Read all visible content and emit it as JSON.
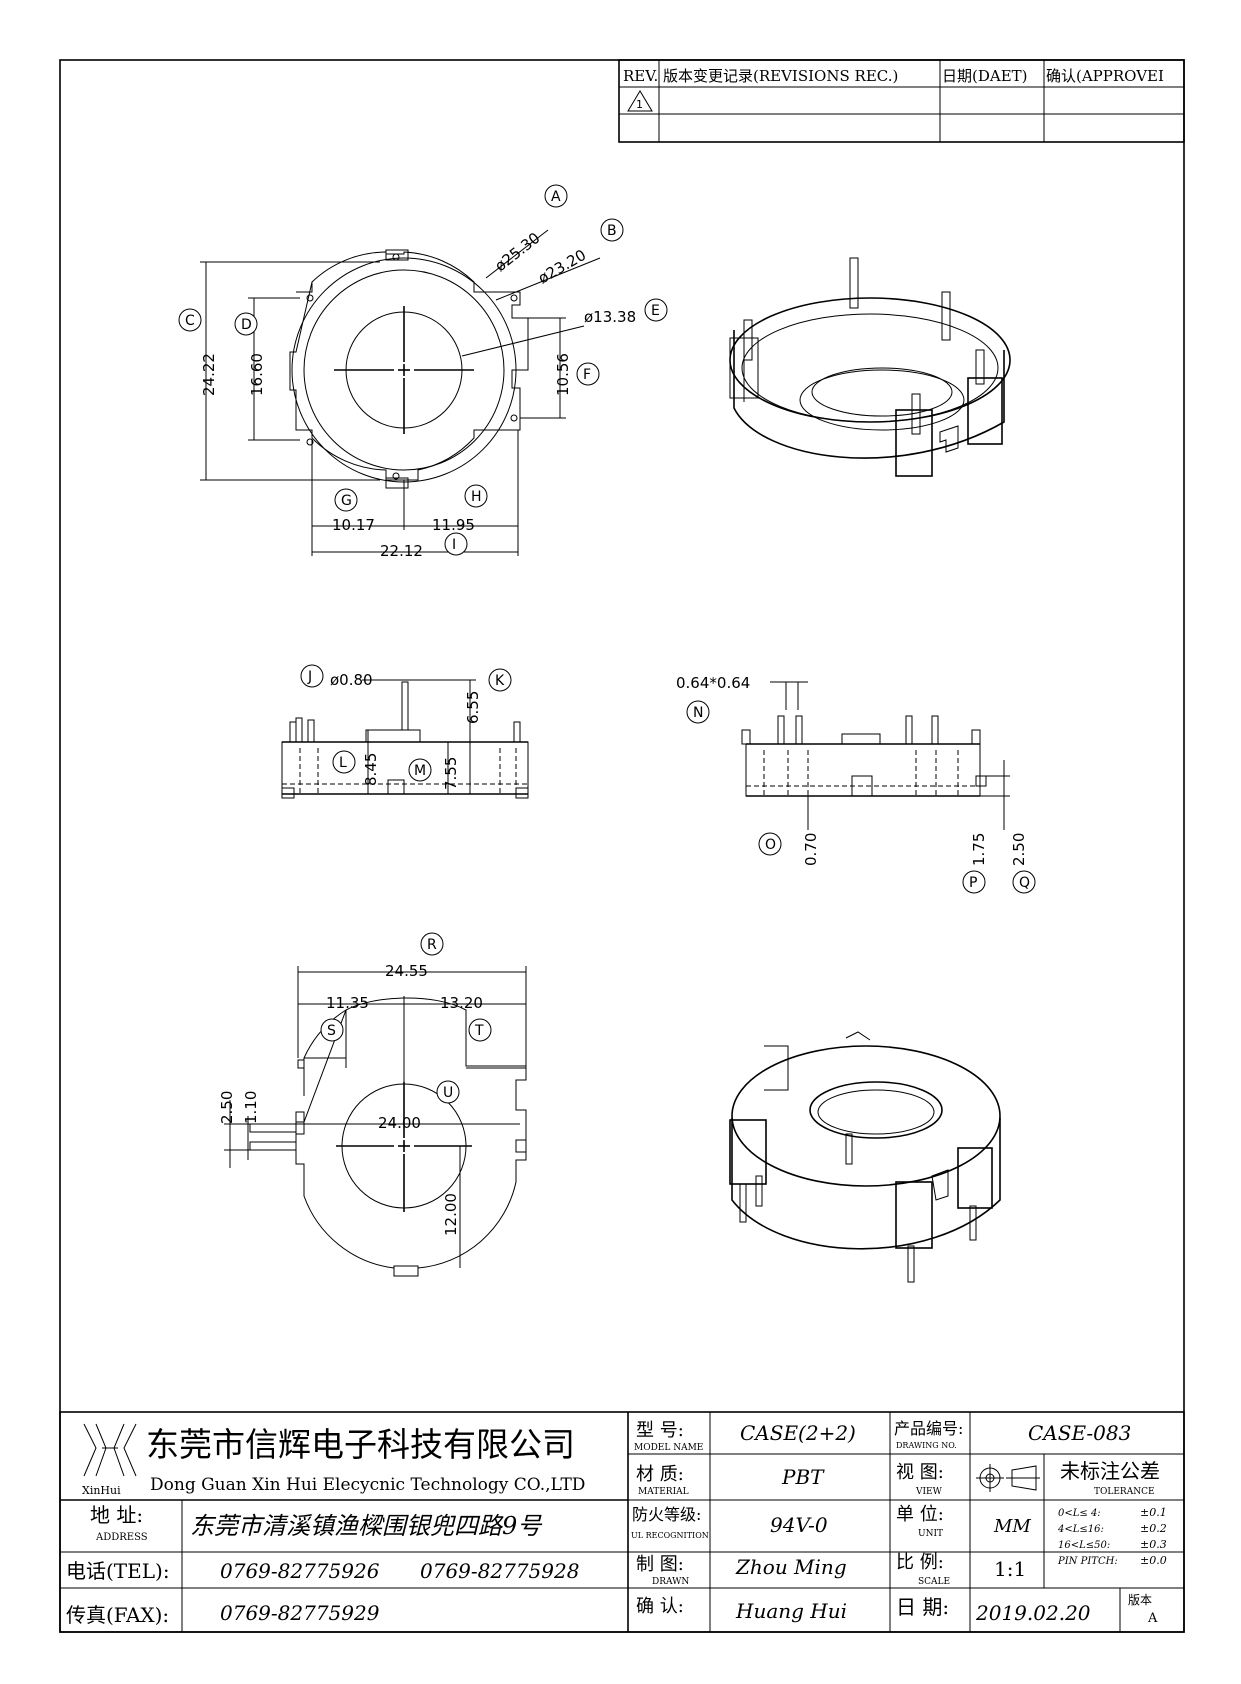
{
  "revision_table": {
    "headers": [
      "REV.",
      "版本变更记录(REVISIONS REC.)",
      "日期(DAET)",
      "确认(APPROVEI"
    ],
    "row1_rev": "1"
  },
  "top_view": {
    "dims": {
      "A": "ø25.30",
      "B": "ø23.20",
      "E": "ø13.38",
      "C": "24.22",
      "D": "16.60",
      "F": "10.56",
      "G": "10.17",
      "H": "11.95",
      "I": "22.12"
    },
    "callouts": [
      "A",
      "B",
      "C",
      "D",
      "E",
      "F",
      "G",
      "H",
      "I"
    ]
  },
  "side_view_1": {
    "dims": {
      "J": "ø0.80",
      "K": "6.55",
      "L": "8.45",
      "M": "7.55"
    },
    "callouts": [
      "J",
      "K",
      "L",
      "M"
    ]
  },
  "side_view_2": {
    "dims": {
      "N": "0.64*0.64",
      "O": "0.70",
      "P": "1.75",
      "Q": "2.50"
    },
    "callouts": [
      "N",
      "O",
      "P",
      "Q"
    ]
  },
  "bottom_view": {
    "dims": {
      "R": "24.55",
      "S": "11.35",
      "T": "13.20",
      "U": "24.00",
      "pin_h": "12.00",
      "pin_w1": "2.50",
      "pin_w2": "1.10"
    },
    "callouts": [
      "R",
      "S",
      "T",
      "U"
    ]
  },
  "title_block": {
    "company_cn": "东莞市信辉电子科技有限公司",
    "company_en": "Dong Guan Xin Hui Elecycnic Technology CO.,LTD",
    "logo_text": "XinHui",
    "address_label": "地  址:",
    "address_label_en": "ADDRESS",
    "address": "东莞市清溪镇渔樑围银兜四路9号",
    "tel_label": "电话(TEL):",
    "tel_1": "0769-82775926",
    "tel_2": "0769-82775928",
    "fax_label": "传真(FAX):",
    "fax": "0769-82775929",
    "model_label": "型  号:",
    "model_label_en": "MODEL NAME",
    "model": "CASE(2+2)",
    "material_label": "材  质:",
    "material_label_en": "MATERIAL",
    "material": "PBT",
    "ul_label": "防火等级:",
    "ul_label_en": "UL RECOGNITION",
    "ul": "94V-0",
    "drawn_label": "制  图:",
    "drawn_label_en": "DRAWN",
    "drawn": "Zhou Ming",
    "confirm_label": "确  认:",
    "confirm": "Huang Hui",
    "drawing_no_label": "产品编号:",
    "drawing_no_label_en": "DRAWING NO.",
    "drawing_no": "CASE-083",
    "view_label": "视  图:",
    "view_label_en": "VIEW",
    "unit_label": "单  位:",
    "unit_label_en": "UNIT",
    "unit": "MM",
    "scale_label": "比  例:",
    "scale_label_en": "SCALE",
    "scale": "1:1",
    "date_label": "日  期:",
    "date": "2019.02.20",
    "tolerance_label": "未标注公差",
    "tolerance_label_en": "TOLERANCE",
    "tolerances": [
      {
        "range": "0<L≤ 4:",
        "value": "±0.1"
      },
      {
        "range": "4<L≤16:",
        "value": "±0.2"
      },
      {
        "range": "16<L≤50:",
        "value": "±0.3"
      },
      {
        "range": "PIN PITCH:",
        "value": "±0.0"
      }
    ],
    "version_label": "版本",
    "version": "A"
  }
}
